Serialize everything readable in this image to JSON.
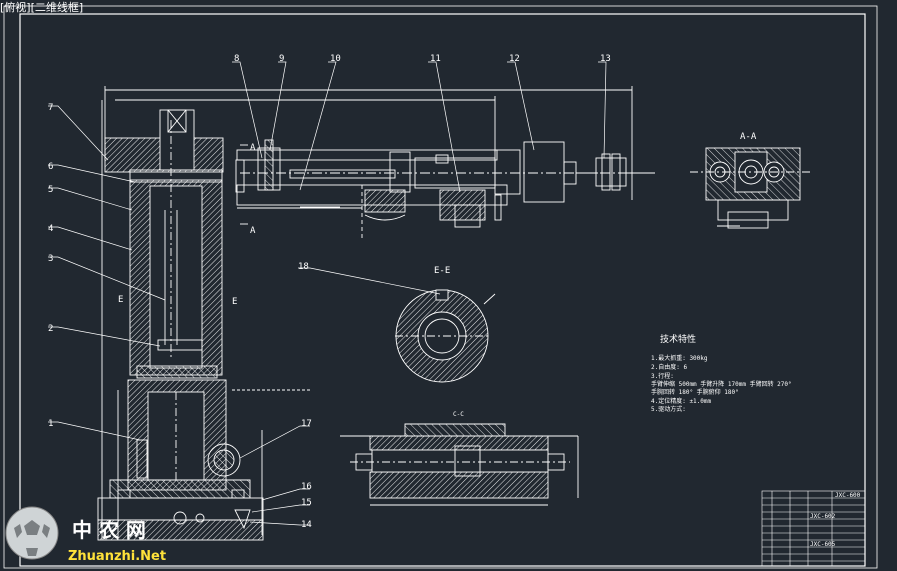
{
  "viewport_caption": "[俯视][二维线框]",
  "part_labels": [
    "1",
    "2",
    "3",
    "4",
    "5",
    "6",
    "7",
    "8",
    "9",
    "10",
    "11",
    "12",
    "13",
    "14",
    "15",
    "16",
    "17",
    "18"
  ],
  "section_labels": {
    "aa_title": "A-A",
    "ee_title": "E-E",
    "e_left": "E",
    "e_right": "E",
    "a_mark": "A",
    "a_mark_lower": "A",
    "cc_title": "C-C"
  },
  "technical_requirements": {
    "title": "技术特性",
    "lines": [
      "1.最大抓重: 300kg",
      "2.自由度: 6",
      "3.行程:",
      "   手臂伸缩 500mm 手臂升降 170mm 手臂回转 270°",
      "   手腕回转 180°  手腕俯仰 180°",
      "4.定位精度: ±1.0mm",
      "5.驱动方式:"
    ]
  },
  "title_block_text": [
    "JXC-600",
    "JXC-602",
    "JXC-605"
  ],
  "watermark": {
    "cn": "中 农 网",
    "url": "Zhuanzhi.Net"
  },
  "colors": {
    "background": "#212830",
    "line": "#ffffff",
    "hatch": "#ffffff",
    "watermark_url": "#ffe23a"
  }
}
